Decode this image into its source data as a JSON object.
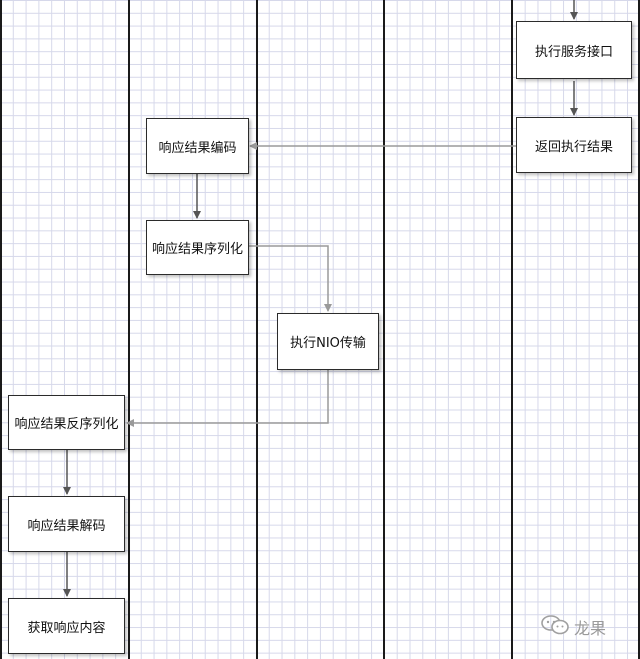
{
  "nodes": {
    "exec_service": "执行服务接口",
    "return_result": "返回执行结果",
    "resp_encode": "响应结果编码",
    "resp_serialize": "响应结果序列化",
    "nio_transfer": "执行NIO传输",
    "resp_deserialize": "响应结果反序列化",
    "resp_decode": "响应结果解码",
    "get_content": "获取响应内容"
  },
  "watermark": {
    "text": "龙果",
    "icon": "wechat-icon"
  },
  "colors": {
    "lane": "#1a1a1a",
    "arrow_dark": "#555555",
    "arrow_light": "#9a9a9a"
  }
}
